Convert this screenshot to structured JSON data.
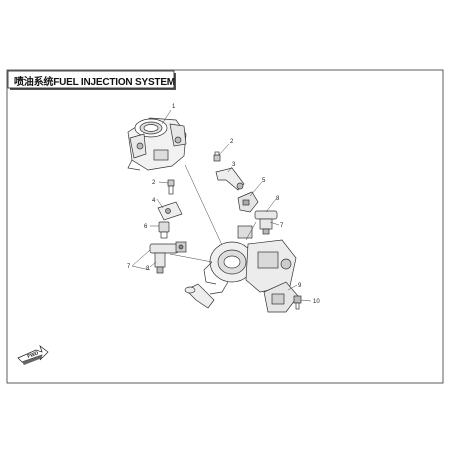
{
  "title": "喷油系统FUEL INJECTION SYSTEM",
  "forward_marker": "FWD",
  "callouts": [
    {
      "id": "c1",
      "label": "1"
    },
    {
      "id": "c2a",
      "label": "2"
    },
    {
      "id": "c3",
      "label": "3"
    },
    {
      "id": "c5",
      "label": "5"
    },
    {
      "id": "c2b",
      "label": "2"
    },
    {
      "id": "c4",
      "label": "4"
    },
    {
      "id": "c6",
      "label": "6"
    },
    {
      "id": "c8a",
      "label": "8"
    },
    {
      "id": "c7a",
      "label": "7"
    },
    {
      "id": "c7b",
      "label": "7"
    },
    {
      "id": "c8b",
      "label": "8"
    },
    {
      "id": "c9",
      "label": "9"
    },
    {
      "id": "c10",
      "label": "10"
    }
  ]
}
